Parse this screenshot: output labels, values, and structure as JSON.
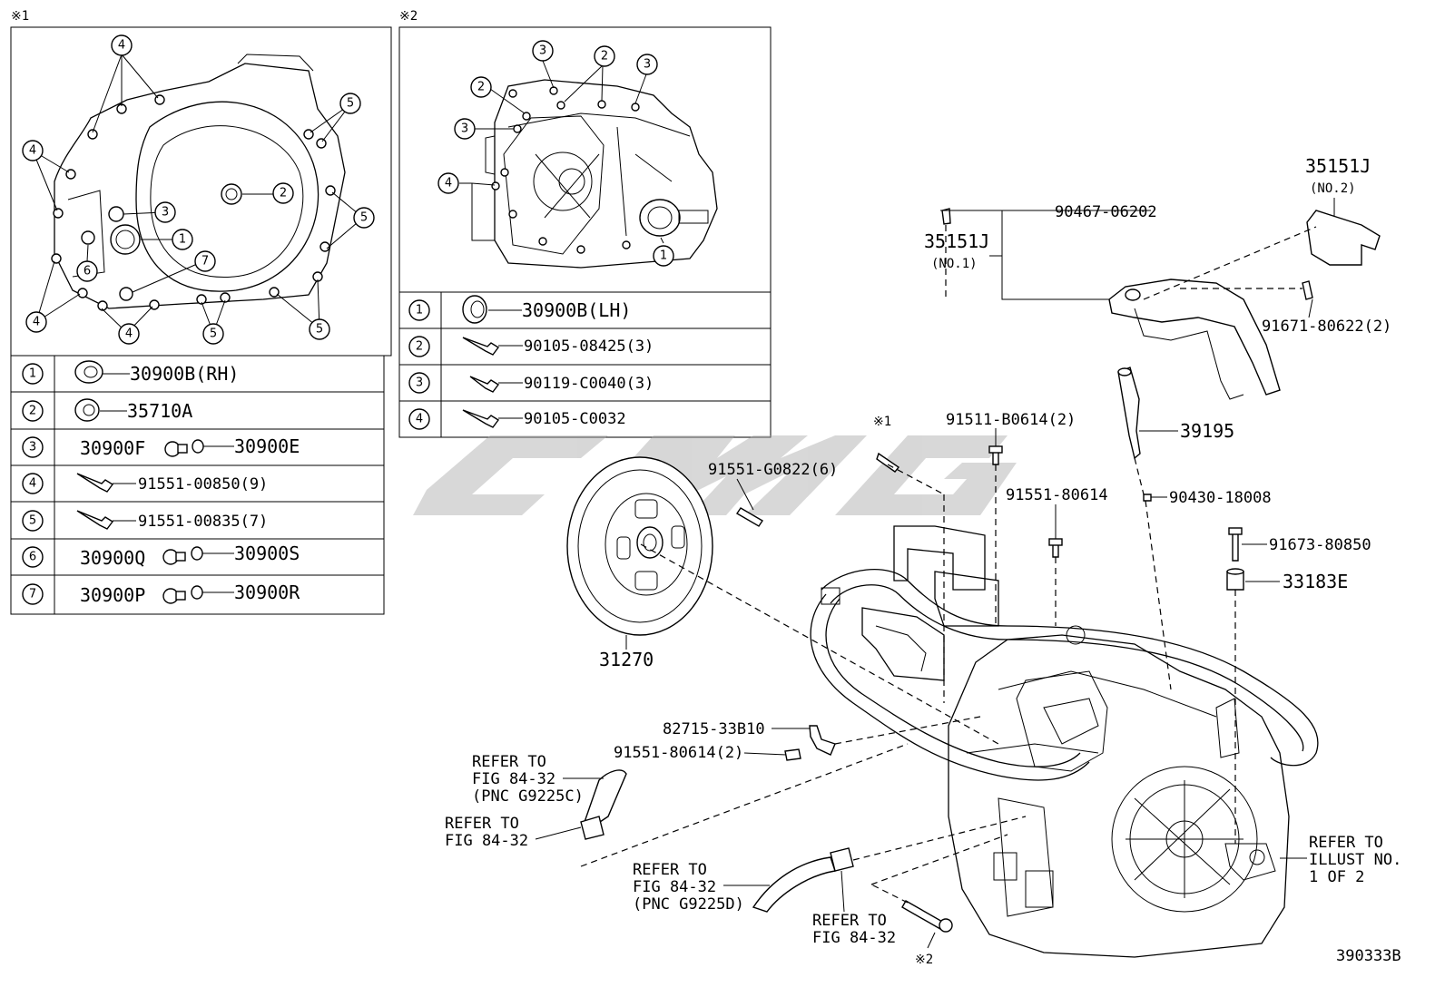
{
  "figure_code": "390333B",
  "watermark": "CMG",
  "inset1": {
    "marker": "※1",
    "callouts": [
      "1",
      "2",
      "3",
      "4",
      "5",
      "6",
      "7"
    ],
    "rows": [
      {
        "no": "1",
        "left": "",
        "right": "30900B(RH)"
      },
      {
        "no": "2",
        "left": "",
        "right": "35710A"
      },
      {
        "no": "3",
        "left": "30900F",
        "right": "30900E"
      },
      {
        "no": "4",
        "left": "",
        "right": "91551-00850(9)"
      },
      {
        "no": "5",
        "left": "",
        "right": "91551-00835(7)"
      },
      {
        "no": "6",
        "left": "30900Q",
        "right": "30900S"
      },
      {
        "no": "7",
        "left": "30900P",
        "right": "30900R"
      }
    ]
  },
  "inset2": {
    "marker": "※2",
    "rows": [
      {
        "no": "1",
        "right": "30900B(LH)"
      },
      {
        "no": "2",
        "right": "90105-08425(3)"
      },
      {
        "no": "3",
        "right": "90119-C0040(3)"
      },
      {
        "no": "4",
        "right": "90105-C0032"
      }
    ]
  },
  "main_labels": {
    "p35151j_no2": "35151J",
    "p35151j_no2_sub": "(NO.2)",
    "p35151j_no1": "35151J",
    "p35151j_no1_sub": "(NO.1)",
    "p90467": "90467-06202",
    "p91671": "91671-80622(2)",
    "p39195": "39195",
    "p90430": "90430-18008",
    "p91673": "91673-80850",
    "p33183e": "33183E",
    "p91511": "91511-B0614(2)",
    "p91551_80614": "91551-80614",
    "p91551_g0822": "91551-G0822(6)",
    "p31270": "31270",
    "p82715": "82715-33B10",
    "p91551_80614_2": "91551-80614(2)",
    "mark1": "※1",
    "mark2": "※2"
  },
  "refers": {
    "r1": [
      "REFER TO",
      "FIG 84-32",
      "(PNC G9225C)"
    ],
    "r2": [
      "REFER TO",
      "FIG 84-32"
    ],
    "r3": [
      "REFER TO",
      "FIG 84-32",
      "(PNC G9225D)"
    ],
    "r4": [
      "REFER TO",
      "FIG 84-32"
    ],
    "r5": [
      "REFER TO",
      "ILLUST NO.",
      "1 OF 2"
    ]
  }
}
